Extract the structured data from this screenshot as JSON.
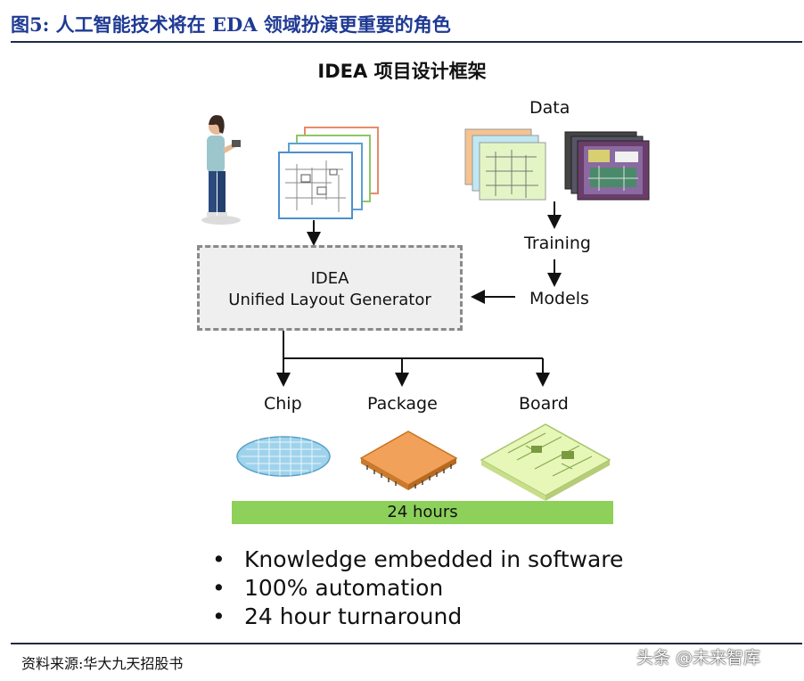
{
  "figure": {
    "title": "图5:  人工智能技术将在 EDA 领域扮演更重要的角色"
  },
  "diagram": {
    "title": "IDEA 项目设计框架",
    "data_label": "Data",
    "training_label": "Training",
    "models_label": "Models",
    "generator": {
      "line1": "IDEA",
      "line2": "Unified Layout Generator"
    },
    "outputs": [
      "Chip",
      "Package",
      "Board"
    ],
    "hours_bar": "24 hours",
    "bullets": [
      "Knowledge embedded in software",
      "100% automation",
      "24 hour turnaround"
    ]
  },
  "source": "资料来源:华大九天招股书",
  "watermark": "头条 @未来智库",
  "colors": {
    "title_blue": "#1f3a93",
    "bar_green": "#8dd05a",
    "wafer_blue": "#9fd3ec",
    "package_orange": "#f2a15a",
    "board_green": "#e6f7b8"
  }
}
